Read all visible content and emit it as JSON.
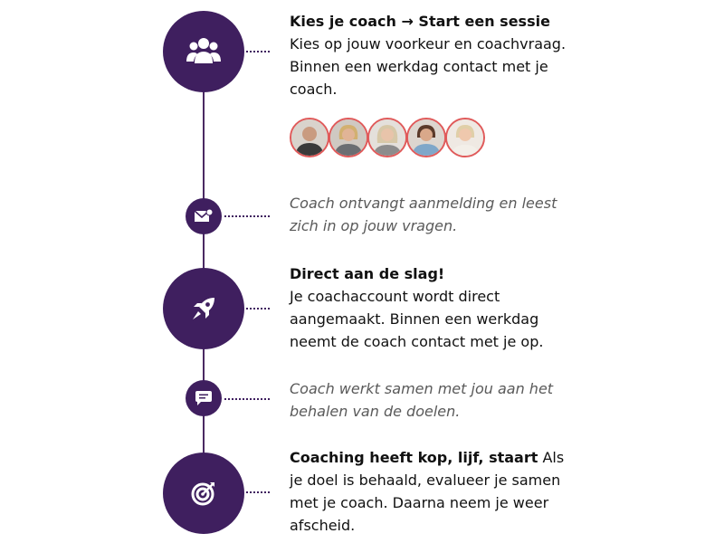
{
  "steps": [
    {
      "title": "Kies je coach → Start een sessie",
      "text": "Kies op jouw voorkeur en coachvraag. Binnen een werkdag contact met je coach."
    },
    {
      "note": "Coach ontvangt aanmelding en leest zich in op jouw vragen."
    },
    {
      "title": "Direct aan de slag!",
      "text": "Je coachaccount wordt direct aangemaakt. Binnen een werkdag neemt de coach contact met je op."
    },
    {
      "note": "Coach werkt samen met jou aan het behalen van de doelen."
    },
    {
      "title": "Coaching heeft kop, lijf, staart",
      "text": " Als je doel is behaald, evalueer je samen met je coach. Daarna neem je weer afscheid."
    }
  ],
  "icons": {
    "step1": "group-icon",
    "step2": "mail-icon",
    "step3": "rocket-icon",
    "step4": "chat-icon",
    "step5": "target-icon"
  },
  "colors": {
    "node": "#3f1f5f",
    "avatar_border": "#e05a5a",
    "note_text": "#5a5a5a"
  }
}
